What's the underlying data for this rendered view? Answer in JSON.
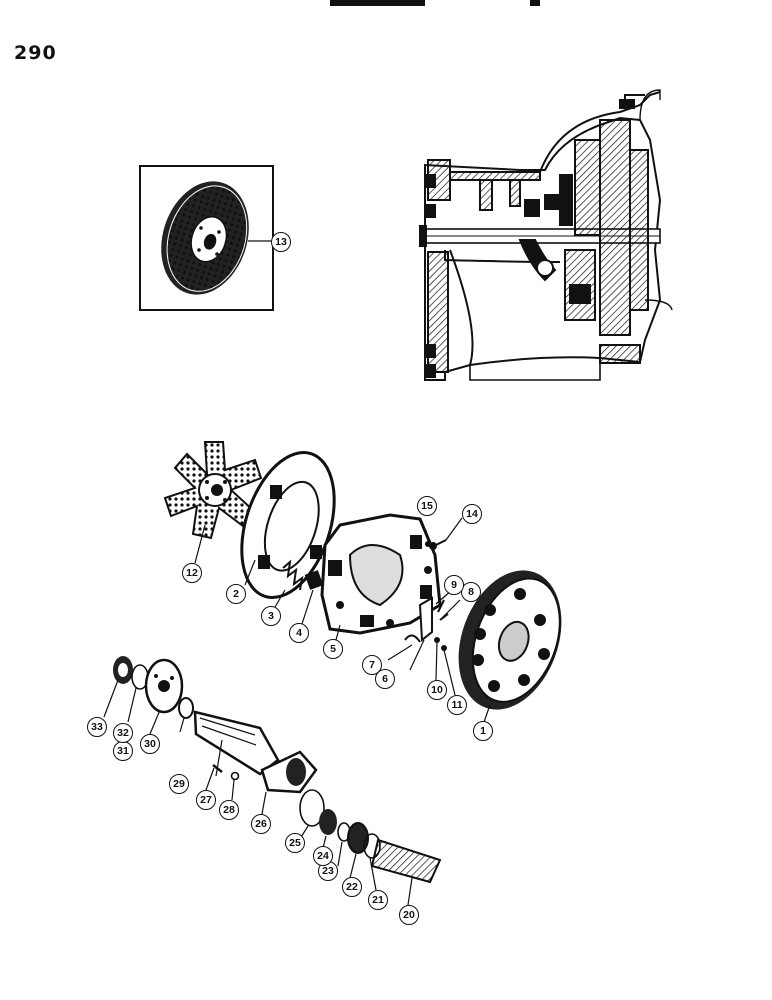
{
  "page": {
    "number": "290"
  },
  "inset": {
    "part_label": "13"
  },
  "callouts": {
    "c1": "1",
    "c2": "2",
    "c3": "3",
    "c4": "4",
    "c5": "5",
    "c6": "6",
    "c7": "7",
    "c8": "8",
    "c9": "9",
    "c10": "10",
    "c11": "11",
    "c12": "12",
    "c14": "14",
    "c15": "15",
    "c20": "20",
    "c21": "21",
    "c22": "22",
    "c23": "23",
    "c24": "24",
    "c25": "25",
    "c26": "26",
    "c27": "27",
    "c28": "28",
    "c29": "29",
    "c30": "30",
    "c31": "31",
    "c32": "32",
    "c33": "33"
  }
}
